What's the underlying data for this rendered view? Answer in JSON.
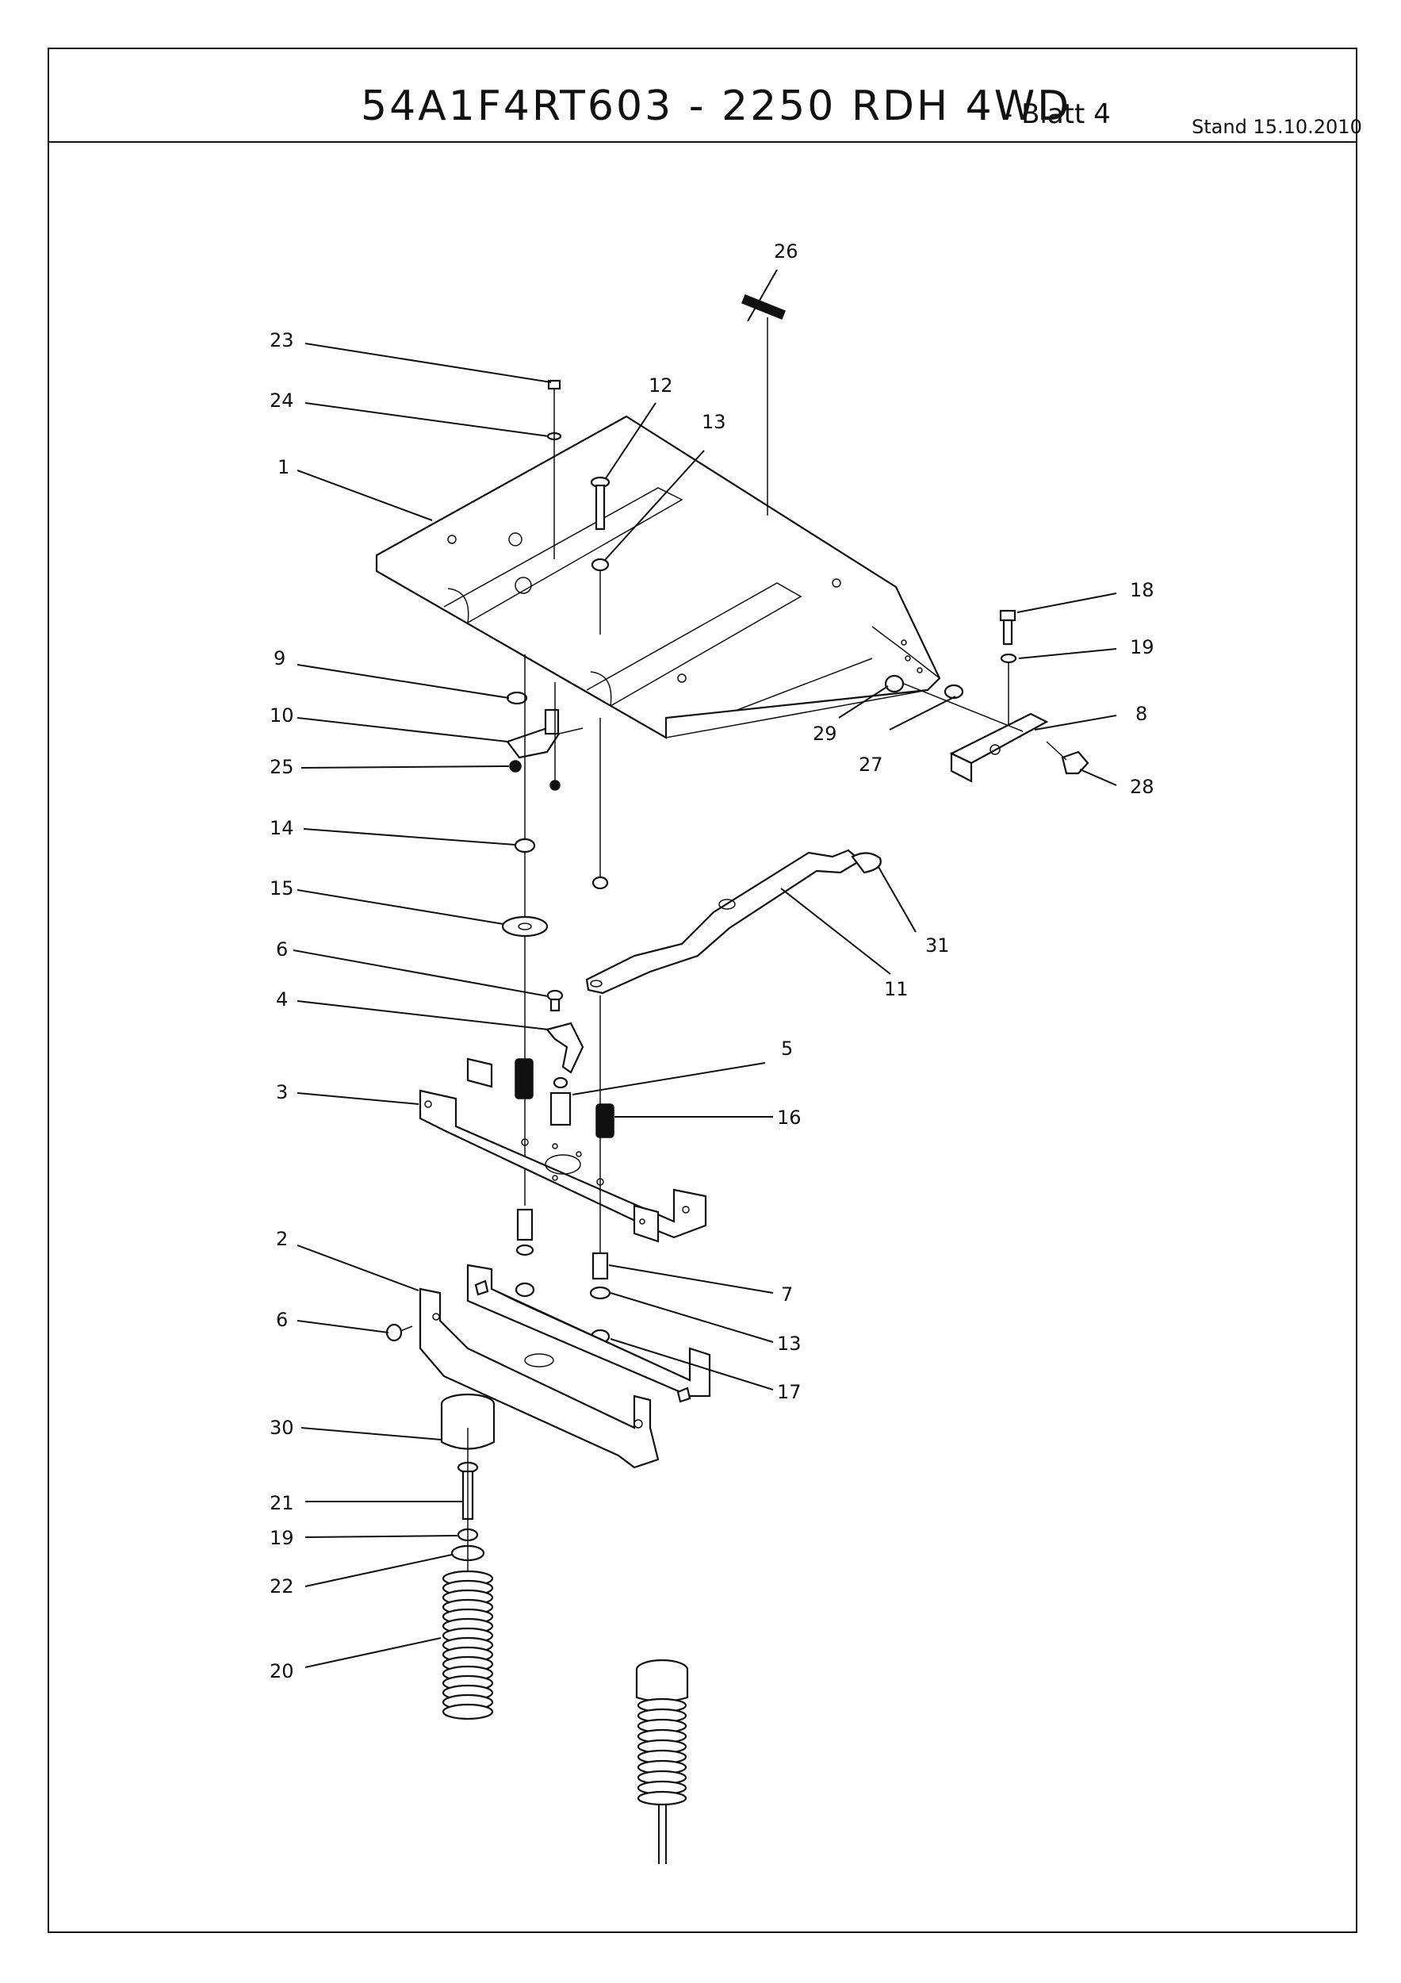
{
  "header": {
    "title": "54A1F4RT603 - 2250 RDH 4WD",
    "sheet": "- Blatt 4",
    "date": "Stand 15.10.2010"
  },
  "callouts": {
    "c1": "1",
    "c2": "2",
    "c3": "3",
    "c4": "4",
    "c5": "5",
    "c6a": "6",
    "c6b": "6",
    "c7": "7",
    "c8": "8",
    "c9": "9",
    "c10": "10",
    "c11": "11",
    "c12": "12",
    "c13a": "13",
    "c13b": "13",
    "c14": "14",
    "c15": "15",
    "c16": "16",
    "c17": "17",
    "c18": "18",
    "c19a": "19",
    "c19b": "19",
    "c20": "20",
    "c21": "21",
    "c22": "22",
    "c23": "23",
    "c24": "24",
    "c25": "25",
    "c26": "26",
    "c27": "27",
    "c28": "28",
    "c29": "29",
    "c30": "30",
    "c31": "31"
  }
}
